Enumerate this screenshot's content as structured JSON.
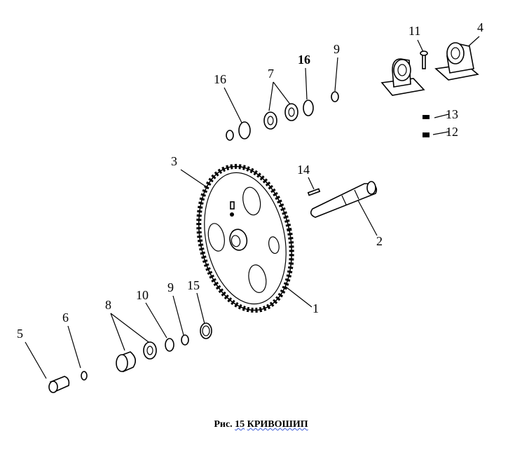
{
  "caption": {
    "prefix": "Рис.",
    "number": "15",
    "title": "КРИВОШИП"
  },
  "labels": {
    "l1": "1",
    "l2": "2",
    "l3": "3",
    "l4": "4",
    "l5": "5",
    "l6": "6",
    "l7": "7",
    "l8": "8",
    "l9_top": "9",
    "l9_bottom": "9",
    "l10": "10",
    "l11": "11",
    "l12": "12",
    "l13": "13",
    "l14": "14",
    "l15": "15",
    "l16_left": "16",
    "l16_right": "16"
  }
}
